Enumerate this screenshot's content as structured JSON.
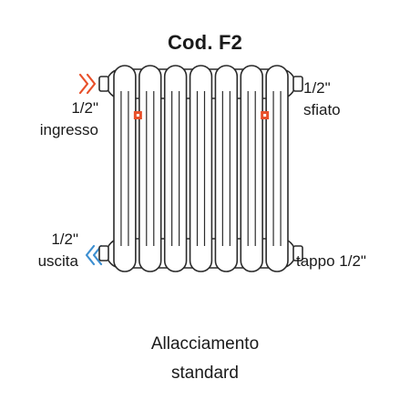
{
  "title": "Cod. F2",
  "labels": {
    "inlet_size": "1/2\"",
    "inlet_name": "ingresso",
    "vent_size": "1/2\"",
    "vent_name": "sfiato",
    "outlet_size": "1/2\"",
    "outlet_name": "uscita",
    "plug": "tappo 1/2\""
  },
  "caption": {
    "line1": "Allacciamento",
    "line2": "standard"
  },
  "colors": {
    "inlet_arrow": "#e8502a",
    "outlet_arrow": "#3d8fd1",
    "valve_marker": "#e8502a",
    "outline": "#2b2b2b"
  },
  "radiator": {
    "columns": 7
  }
}
